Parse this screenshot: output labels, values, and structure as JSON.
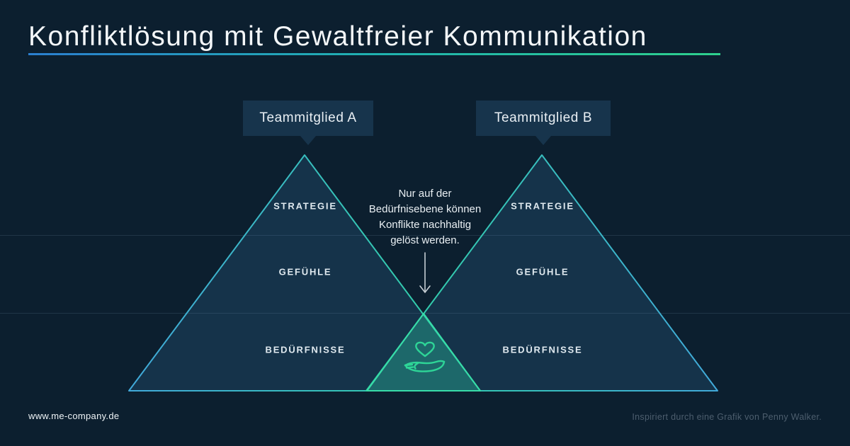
{
  "header": {
    "title": "Konfliktlösung mit Gewaltfreier Kommunikation"
  },
  "bubbles": {
    "a": "Teammitglied A",
    "b": "Teammitglied B"
  },
  "pyramids": {
    "left": {
      "owner": "Teammitglied A",
      "levels": [
        "STRATEGIE",
        "GEFÜHLE",
        "BEDÜRFNISSE"
      ]
    },
    "right": {
      "owner": "Teammitglied B",
      "levels": [
        "STRATEGIE",
        "GEFÜHLE",
        "BEDÜRFNISSE"
      ]
    }
  },
  "annotation": {
    "lines": [
      "Nur auf der",
      "Bedürfnisebene können",
      "Konflikte nachhaltig",
      "gelöst werden."
    ]
  },
  "icons": {
    "heart_in_hand": "heart-in-hand-icon",
    "arrow_down": "arrow-down-icon"
  },
  "footer": {
    "left": "www.me-company.de",
    "right": "Inspiriert durch eine Grafik von Penny Walker."
  },
  "colors": {
    "background": "#0c1f2f",
    "pyramid_fill": "#15334a",
    "bubble_fill": "#17344c",
    "stroke_blue": "#41a9da",
    "stroke_teal": "#2fd3a2",
    "overlap_fill": "rgba(46,211,173,0.33)",
    "overlap_stroke": "#38dca8",
    "icon_green": "#2ed597",
    "underline_blue": "#2b7fd0",
    "underline_green": "#2ed08d",
    "arrow_gray": "#c7ced4"
  }
}
